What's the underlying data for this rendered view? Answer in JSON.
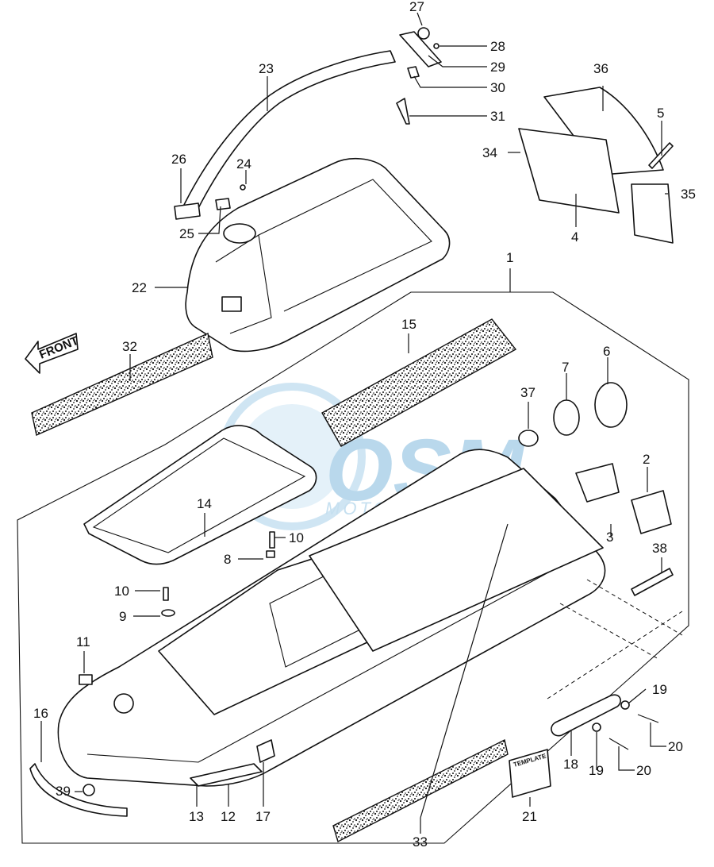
{
  "diagram": {
    "arrow_label": "FRONT",
    "template_label": "TEMPLATE",
    "watermark": {
      "main": "OSM",
      "sub": "MOTORPARTS"
    },
    "callouts": [
      {
        "id": "c1",
        "text": "1"
      },
      {
        "id": "c2",
        "text": "2"
      },
      {
        "id": "c3",
        "text": "3"
      },
      {
        "id": "c4",
        "text": "4"
      },
      {
        "id": "c5",
        "text": "5"
      },
      {
        "id": "c6",
        "text": "6"
      },
      {
        "id": "c7",
        "text": "7"
      },
      {
        "id": "c8",
        "text": "8"
      },
      {
        "id": "c9",
        "text": "9"
      },
      {
        "id": "c10a",
        "text": "10"
      },
      {
        "id": "c10b",
        "text": "10"
      },
      {
        "id": "c11",
        "text": "11"
      },
      {
        "id": "c12",
        "text": "12"
      },
      {
        "id": "c13",
        "text": "13"
      },
      {
        "id": "c14",
        "text": "14"
      },
      {
        "id": "c15",
        "text": "15"
      },
      {
        "id": "c16",
        "text": "16"
      },
      {
        "id": "c17",
        "text": "17"
      },
      {
        "id": "c18",
        "text": "18"
      },
      {
        "id": "c19a",
        "text": "19"
      },
      {
        "id": "c19b",
        "text": "19"
      },
      {
        "id": "c20a",
        "text": "20"
      },
      {
        "id": "c20b",
        "text": "20"
      },
      {
        "id": "c21",
        "text": "21"
      },
      {
        "id": "c22",
        "text": "22"
      },
      {
        "id": "c23",
        "text": "23"
      },
      {
        "id": "c24",
        "text": "24"
      },
      {
        "id": "c25",
        "text": "25"
      },
      {
        "id": "c26",
        "text": "26"
      },
      {
        "id": "c27",
        "text": "27"
      },
      {
        "id": "c28",
        "text": "28"
      },
      {
        "id": "c29",
        "text": "29"
      },
      {
        "id": "c30",
        "text": "30"
      },
      {
        "id": "c31",
        "text": "31"
      },
      {
        "id": "c32",
        "text": "32"
      },
      {
        "id": "c33",
        "text": "33"
      },
      {
        "id": "c34",
        "text": "34"
      },
      {
        "id": "c35",
        "text": "35"
      },
      {
        "id": "c36",
        "text": "36"
      },
      {
        "id": "c37",
        "text": "37"
      },
      {
        "id": "c38",
        "text": "38"
      },
      {
        "id": "c39",
        "text": "39"
      }
    ]
  }
}
